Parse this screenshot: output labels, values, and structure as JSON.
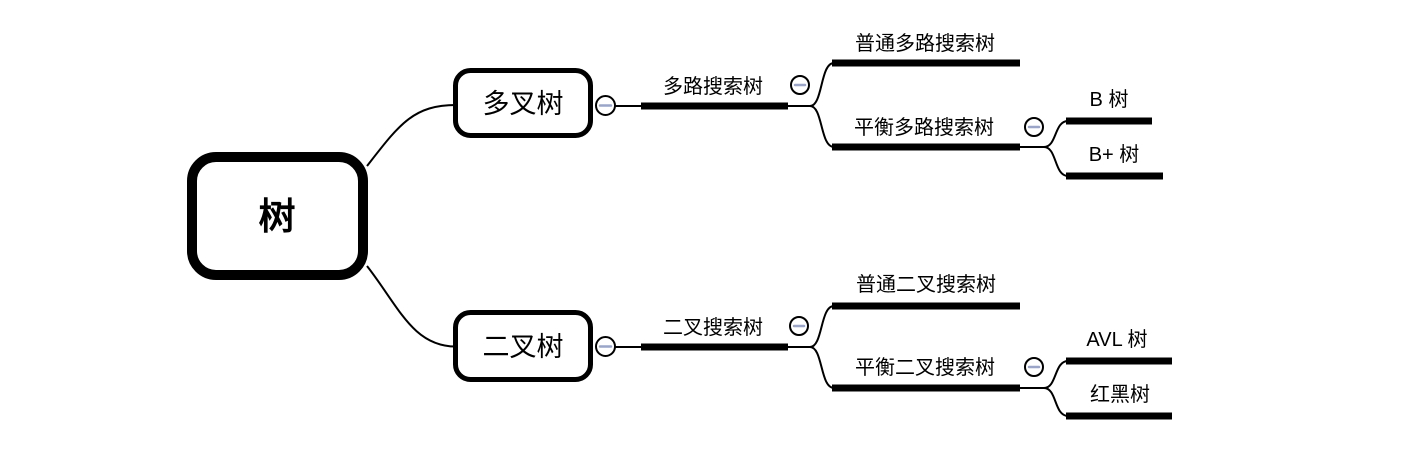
{
  "colors": {
    "ink": "#000000",
    "background": "#ffffff",
    "collapse_minus": "#9aa5c8"
  },
  "icons": {
    "collapse": "minus-circle-icon"
  },
  "mindmap": {
    "root": {
      "label": "树"
    },
    "branches": [
      {
        "label": "多叉树",
        "children": [
          {
            "label": "多路搜索树",
            "children": [
              {
                "label": "普通多路搜索树",
                "children": []
              },
              {
                "label": "平衡多路搜索树",
                "children": [
                  {
                    "label": "B 树"
                  },
                  {
                    "label": "B+ 树"
                  }
                ]
              }
            ]
          }
        ]
      },
      {
        "label": "二叉树",
        "children": [
          {
            "label": "二叉搜索树",
            "children": [
              {
                "label": "普通二叉搜索树",
                "children": []
              },
              {
                "label": "平衡二叉搜索树",
                "children": [
                  {
                    "label": "AVL 树"
                  },
                  {
                    "label": "红黑树"
                  }
                ]
              }
            ]
          }
        ]
      }
    ]
  }
}
